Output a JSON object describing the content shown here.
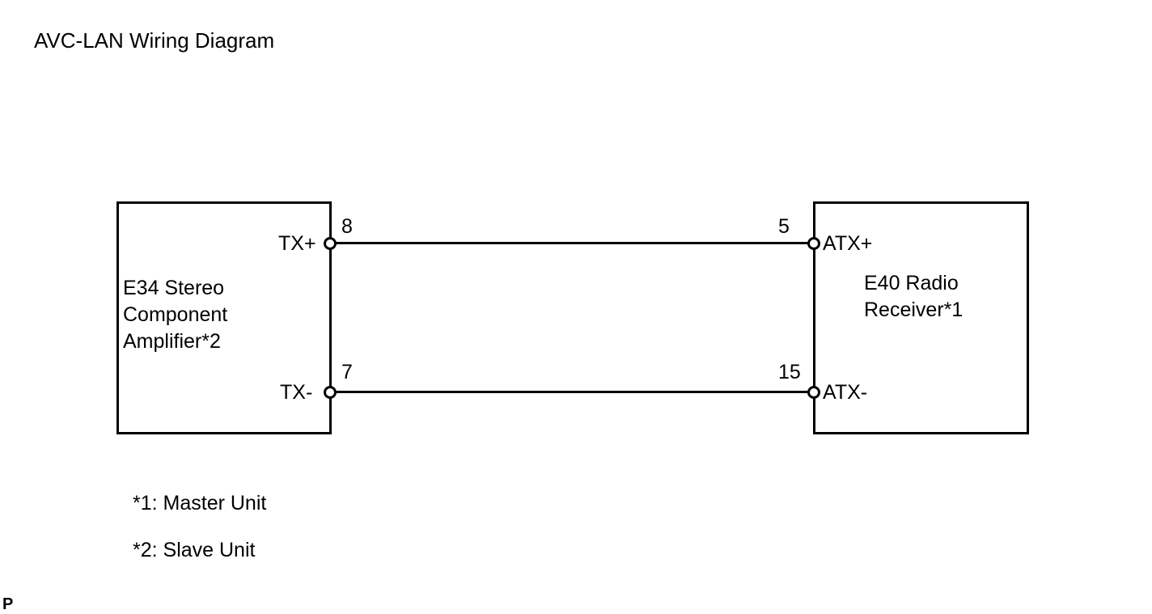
{
  "diagram": {
    "title": "AVC-LAN Wiring Diagram",
    "left_component": {
      "name_lines": [
        "E34 Stereo",
        "Component",
        "Amplifier*2"
      ],
      "pins": [
        {
          "label": "TX+",
          "number": "8"
        },
        {
          "label": "TX-",
          "number": "7"
        }
      ]
    },
    "right_component": {
      "name_lines": [
        "E40 Radio",
        "Receiver*1"
      ],
      "pins": [
        {
          "label": "ATX+",
          "number": "5"
        },
        {
          "label": "ATX-",
          "number": "15"
        }
      ]
    },
    "notes": [
      "*1: Master Unit",
      "*2: Slave Unit"
    ],
    "corner_mark": "P"
  }
}
